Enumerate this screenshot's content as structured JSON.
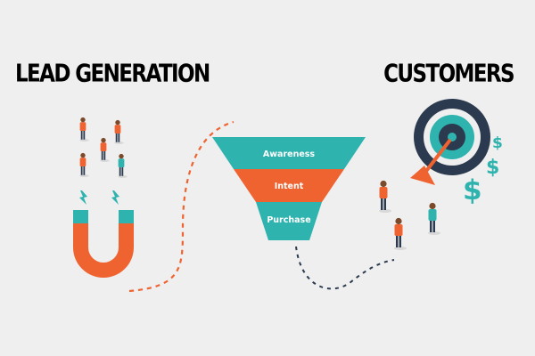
{
  "headings": {
    "lead_generation": "LEAD GENERATION",
    "customers": "CUSTOMERS"
  },
  "funnel": {
    "stages": [
      "Awareness",
      "Intent",
      "Purchase"
    ]
  },
  "symbols": {
    "dollar": "$"
  },
  "colors": {
    "accent_orange": "#ef6331",
    "teal": "#2eb3ae",
    "navy": "#2b3a4e",
    "background": "#efefef"
  },
  "icons": [
    "magnet-icon",
    "target-icon",
    "arrow-icon",
    "dollar-sign-icon",
    "person-icon"
  ]
}
